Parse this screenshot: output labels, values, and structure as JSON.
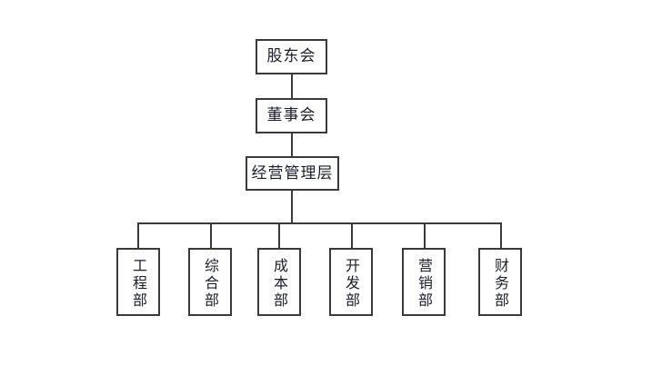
{
  "chart": {
    "type": "org-chart",
    "title": "",
    "background_color": "#ffffff",
    "border_color": "#3a3a3a",
    "text_color": "#1c1c2e",
    "levels": [
      {
        "level": 1,
        "nodes": [
          {
            "id": "shareholders",
            "label": "股东会"
          }
        ]
      },
      {
        "level": 2,
        "nodes": [
          {
            "id": "board",
            "label": "董事会"
          }
        ]
      },
      {
        "level": 3,
        "nodes": [
          {
            "id": "management",
            "label": "经营管理层"
          }
        ]
      },
      {
        "level": 4,
        "nodes": [
          {
            "id": "engineering",
            "label": "工程部"
          },
          {
            "id": "general-affairs",
            "label": "综合部"
          },
          {
            "id": "cost",
            "label": "成本部"
          },
          {
            "id": "development",
            "label": "开发部"
          },
          {
            "id": "marketing",
            "label": "营销部"
          },
          {
            "id": "finance",
            "label": "财务部"
          }
        ]
      }
    ]
  }
}
